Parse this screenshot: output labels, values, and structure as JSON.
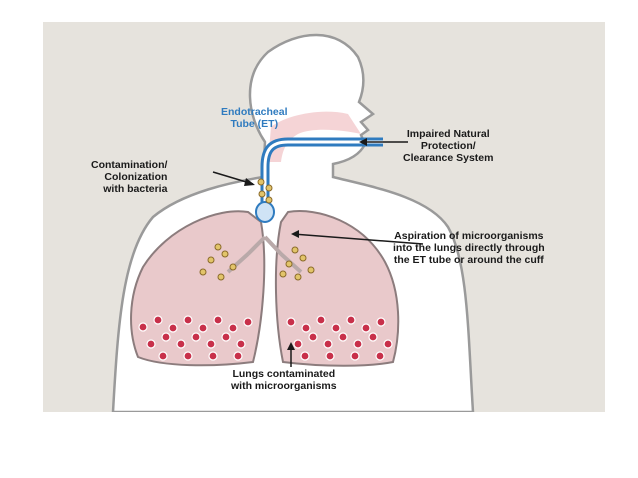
{
  "labels": {
    "et_tube": [
      "Endotracheal",
      "Tube (ET)"
    ],
    "impaired": [
      "Impaired Natural",
      "Protection/",
      "Clearance System"
    ],
    "contamination": [
      "Contamination/",
      "Colonization",
      "with bacteria"
    ],
    "aspiration": [
      "Aspiration of microorganisms",
      "into the lungs directly through",
      "the ET tube or around the cuff"
    ],
    "lungs_contaminated": [
      "Lungs contaminated",
      "with microorganisms"
    ]
  },
  "colors": {
    "background": "#e6e3dd",
    "body_fill": "#ffffff",
    "body_outline": "#9a9a9a",
    "lung_fill": "#e9c9cb",
    "lung_outline": "#8c7c7d",
    "tube_blue": "#2f7bbf",
    "airway_pink": "#f3c9cc",
    "bacteria_red": "#c8304a",
    "bacteria_yellow": "#e2c46a",
    "label_text": "#1a1a1a",
    "et_label_text": "#2f7bbf"
  }
}
